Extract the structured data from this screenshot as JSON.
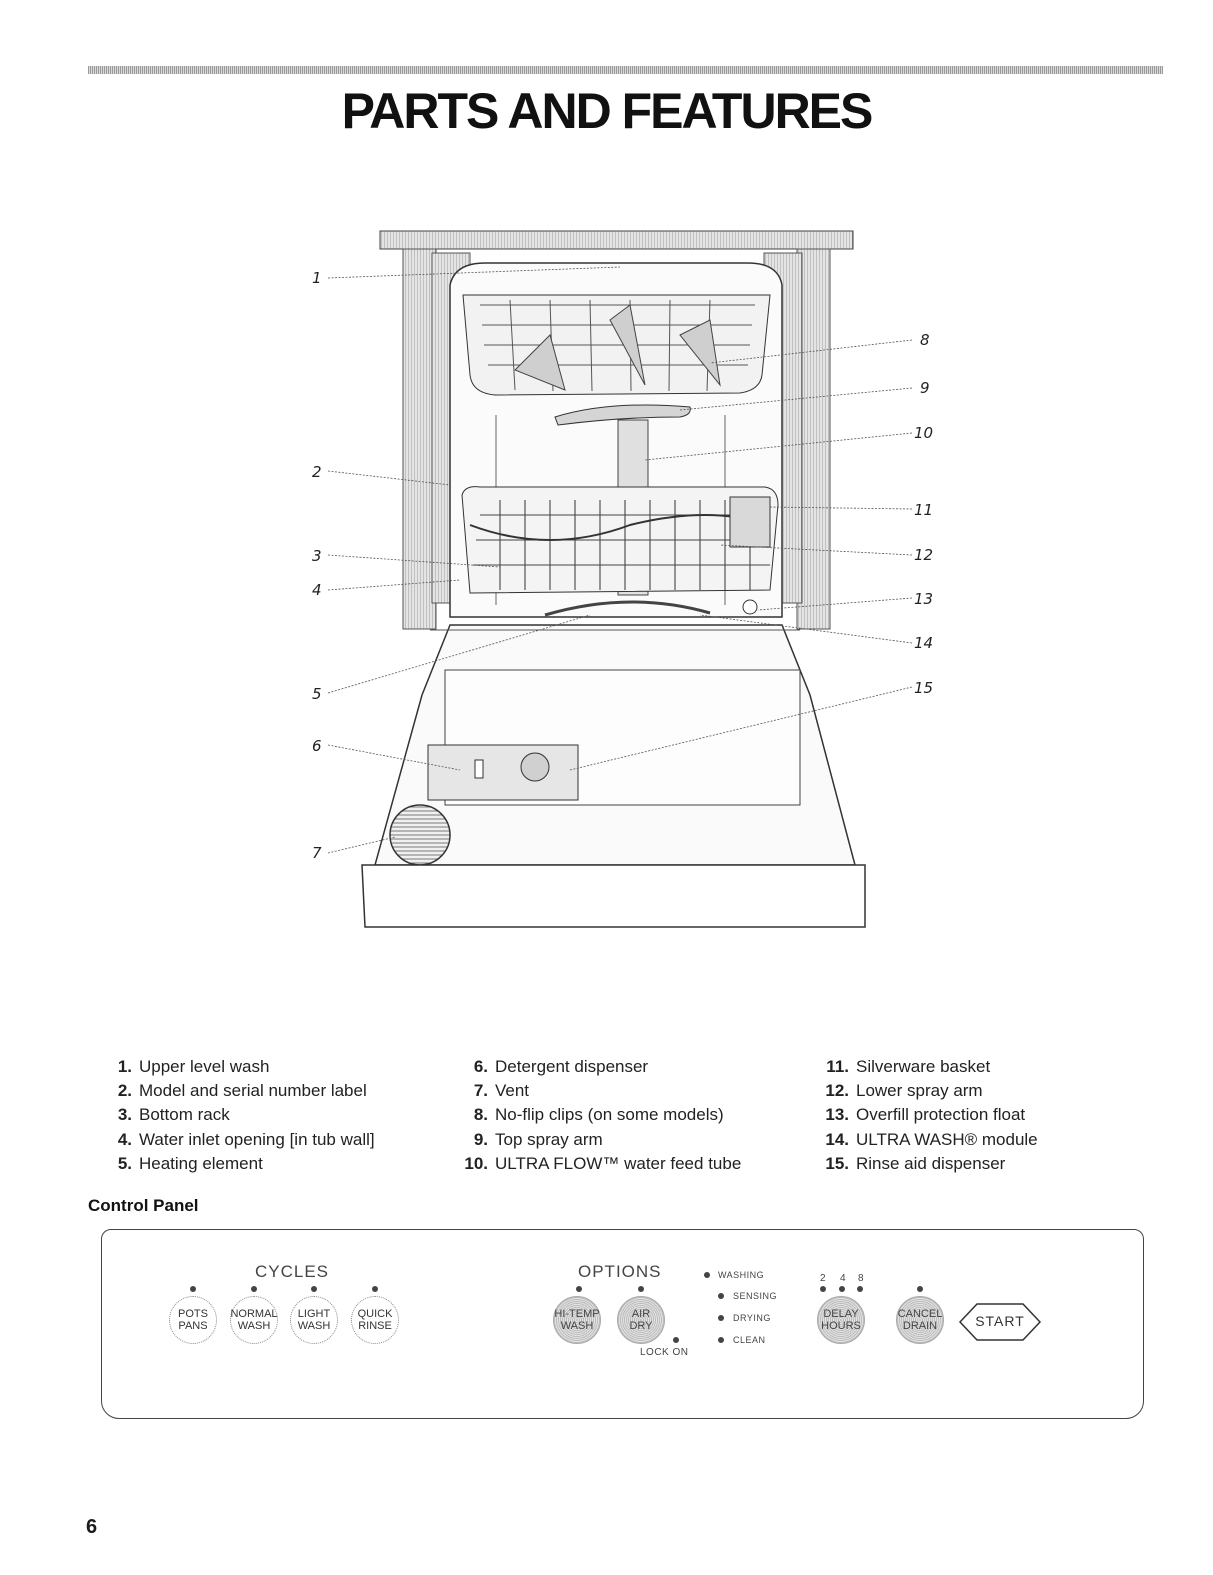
{
  "page": {
    "title": "PARTS AND FEATURES",
    "page_number": "6"
  },
  "callouts": [
    "1",
    "2",
    "3",
    "4",
    "5",
    "6",
    "7",
    "8",
    "9",
    "10",
    "11",
    "12",
    "13",
    "14",
    "15"
  ],
  "parts": {
    "col1": [
      {
        "num": "1.",
        "label": "Upper level wash"
      },
      {
        "num": "2.",
        "label": "Model and serial number label"
      },
      {
        "num": "3.",
        "label": "Bottom rack"
      },
      {
        "num": "4.",
        "label": "Water inlet opening [in tub wall]"
      },
      {
        "num": "5.",
        "label": "Heating element"
      }
    ],
    "col2": [
      {
        "num": "6.",
        "label": "Detergent dispenser"
      },
      {
        "num": "7.",
        "label": "Vent"
      },
      {
        "num": "8.",
        "label": "No-flip clips (on some models)"
      },
      {
        "num": "9.",
        "label": "Top spray arm"
      },
      {
        "num": "10.",
        "label": "ULTRA FLOW™ water feed tube"
      }
    ],
    "col3": [
      {
        "num": "11.",
        "label": "Silverware basket"
      },
      {
        "num": "12.",
        "label": "Lower spray arm"
      },
      {
        "num": "13.",
        "label": "Overfill protection float"
      },
      {
        "num": "14.",
        "label": "ULTRA WASH® module"
      },
      {
        "num": "15.",
        "label": "Rinse aid dispenser"
      }
    ]
  },
  "control_panel": {
    "heading": "Control Panel",
    "cycles_label": "CYCLES",
    "options_label": "OPTIONS",
    "cycle_buttons": [
      "POTS\nPANS",
      "NORMAL\nWASH",
      "LIGHT\nWASH",
      "QUICK\nRINSE"
    ],
    "option_buttons": [
      "HI-TEMP\nWASH",
      "AIR\nDRY"
    ],
    "lock_label": "LOCK ON",
    "status": [
      "WASHING",
      "SENSING",
      "DRYING",
      "CLEAN"
    ],
    "delay_values": [
      "2",
      "4",
      "8"
    ],
    "delay_button": "DELAY\nHOURS",
    "cancel_button": "CANCEL\nDRAIN",
    "start_button": "START"
  }
}
